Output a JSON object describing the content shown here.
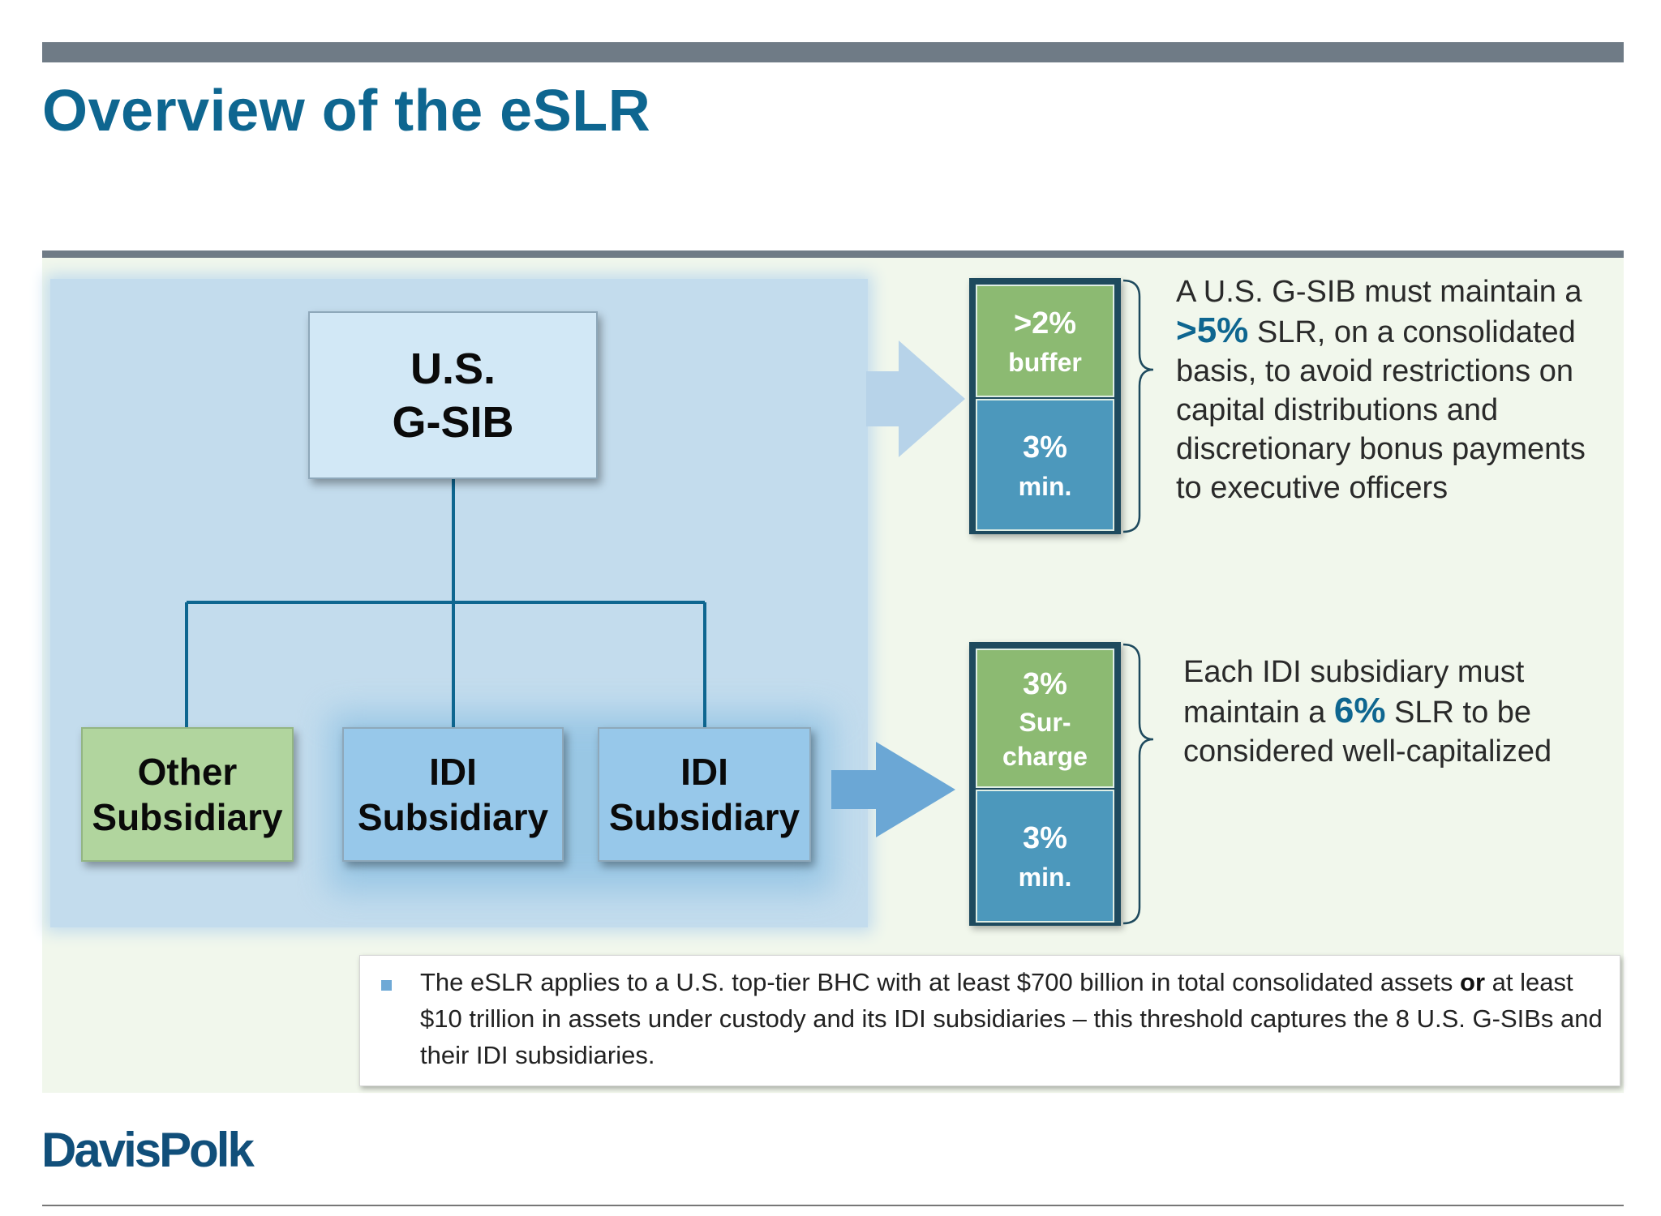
{
  "slide": {
    "title": "Overview of the eSLR",
    "logo": "DavisPolk"
  },
  "org_chart": {
    "parent": "U.S.\nG-SIB",
    "children": [
      {
        "label": "Other\nSubsidiary",
        "color": "#b1d59e"
      },
      {
        "label": "IDI\nSubsidiary",
        "color": "#97c8ea"
      },
      {
        "label": "IDI\nSubsidiary",
        "color": "#97c8ea"
      }
    ],
    "connector_color": "#0e6690"
  },
  "requirements": [
    {
      "stack": {
        "top_value": ">2%",
        "top_label": "buffer",
        "bottom_value": "3%",
        "bottom_label": "min."
      },
      "text": {
        "before": "A U.S. G-SIB must maintain a ",
        "highlight": ">5%",
        "after": " SLR, on a consolidated basis, to avoid restrictions on capital distributions and discretionary bonus payments to executive officers"
      }
    },
    {
      "stack": {
        "top_value": "3%",
        "top_label_line1": "Sur-",
        "top_label_line2": "charge",
        "bottom_value": "3%",
        "bottom_label": "min."
      },
      "text": {
        "before": "Each IDI subsidiary must maintain a ",
        "highlight": "6%",
        "after": " SLR to be considered well-capitalized"
      }
    }
  ],
  "note": {
    "before": "The eSLR applies to a U.S. top-tier BHC with at least $700 billion in total consolidated assets ",
    "bold": "or",
    "after": " at least $10 trillion in assets under custody and its IDI subsidiaries – this threshold captures the 8 U.S. G-SIBs and their IDI subsidiaries."
  },
  "colors": {
    "title": "#0e6690",
    "bar": "#6f7b86",
    "panel": "#c3dced",
    "buffer_green": "#8cba72",
    "min_blue": "#4c98bc",
    "highlight": "#0e6690"
  }
}
